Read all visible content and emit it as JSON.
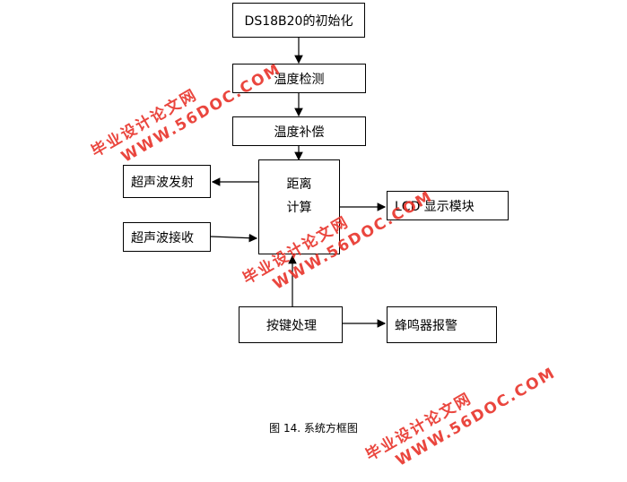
{
  "nodes": {
    "init": "DS18B20的初始化",
    "temp_detect": "温度检测",
    "temp_comp": "温度补偿",
    "calc_line1": "距离",
    "calc_line2": "计算",
    "us_send": "超声波发射",
    "us_recv": "超声波接收",
    "lcd": "LCD 显示模块",
    "key": "按键处理",
    "buzzer": "蜂鸣器报警"
  },
  "caption": "图 14. 系统方框图",
  "watermark": {
    "line1": "毕业设计论文网",
    "line2": "WWW.56DOC.COM",
    "color": "#e8332a"
  }
}
